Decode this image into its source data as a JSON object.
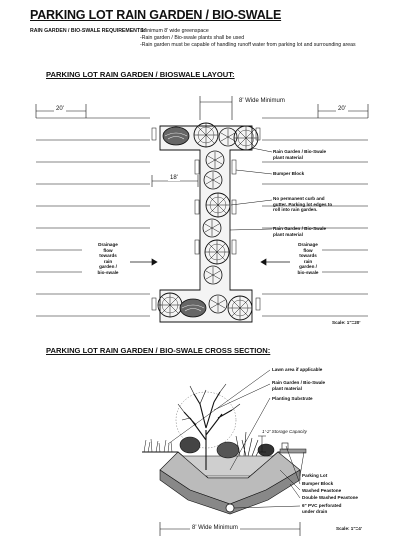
{
  "title": "PARKING LOT RAIN GARDEN / BIO-SWALE",
  "requirements": {
    "label": "RAIN GARDEN / BIO-SWALE REQUIREMENTS:",
    "items": [
      "-Minimum 8' wide greenspace",
      "-Rain garden / Bio-swale plants shall be used",
      "-Rain garden must be capable of handling runoff water from parking lot and surrounding areas"
    ]
  },
  "layout": {
    "heading": "PARKING LOT RAIN GARDEN / BIOSWALE LAYOUT:",
    "dim_left": "20'",
    "dim_right": "20'",
    "dim_top": "8' Wide Minimum",
    "dim_stall": "18'",
    "callouts": [
      "Rain Garden / Bio-Swale plant material",
      "Bumper Block",
      "No permanent curb and gutter. Parking lot edges to roll into rain garden.",
      "Rain Garden / Bio-Swale plant material"
    ],
    "drainage_left": [
      "Drainage",
      "flow",
      "towards",
      "rain",
      "garden /",
      "bio-swale"
    ],
    "drainage_right": [
      "Drainage",
      "flow",
      "towards",
      "rain",
      "garden /",
      "bio-swale"
    ],
    "scale": "Scale: 1\"=20'"
  },
  "section": {
    "heading": "PARKING LOT RAIN GARDEN / BIO-SWALE CROSS SECTION:",
    "callouts_top": [
      "Lawn area if applicable",
      "Rain Garden / Bio-Swale plant material",
      "Planting Substrate"
    ],
    "storage": "1'-2' Storage Capacity",
    "callouts_right": [
      "Parking Lot",
      "Bumper Block",
      "Washed Peastone",
      "Double Washed Peastone",
      "6\" PVC perforated under drain"
    ],
    "dim_bottom": "8' Wide Minimum",
    "scale": "Scale: 1\"=4'"
  }
}
